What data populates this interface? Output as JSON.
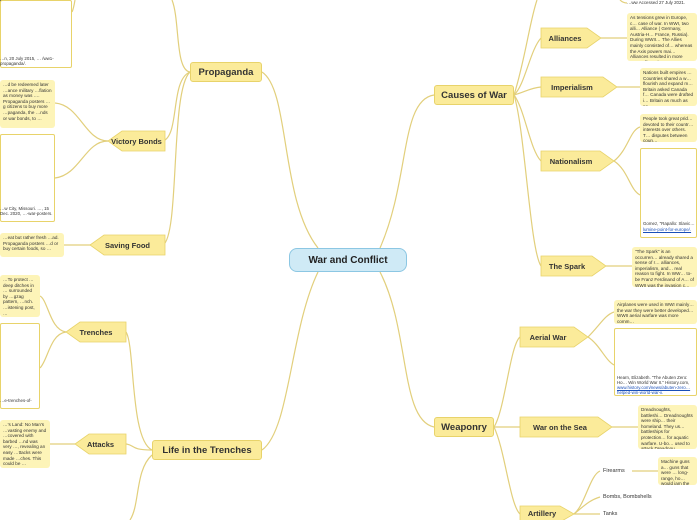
{
  "central": {
    "label": "War and Conflict"
  },
  "topics": {
    "propaganda": "Propaganda",
    "victory_bonds": "Victory Bonds",
    "saving_food": "Saving Food",
    "life_in_trenches": "Life in the Trenches",
    "trenches": "Trenches",
    "attacks": "Attacks",
    "causes_of_war": "Causes of War",
    "alliances": "Alliances",
    "imperialism": "Imperialism",
    "nationalism": "Nationalism",
    "the_spark": "The Spark",
    "weaponry": "Weaponry",
    "aerial_war": "Aerial War",
    "war_on_the_sea": "War on the Sea",
    "artillery": "Artillery",
    "firearms": "Firearms",
    "bombs": "Bombs, Bombshells",
    "tanks": "Tanks"
  },
  "notes": {
    "top_left_caption": "…n, 20 July 2015, … /ww1-propaganda/.",
    "victory_bonds_text": "…d be redeemed later …ance military …flation as money was …. Propaganda posters …g citizens to buy more …paganda, the …nds or war bonds, to …",
    "victory_bonds_caption": "…w City, Missouri. …, 15 Dec. 2020, …-war-posters.",
    "saving_food_text": "…eat but rather fresh …ad. Propaganda posters …d or buy certain foods, so …",
    "trenches_text": "…To protect … deep ditches in … surrounded by …gzag pattern, …nch. …istening post, …",
    "trenches_caption": "…e-trenches-of-",
    "attacks_text": "…'s Land: No Man's …vasting enemy and …covered with barbed …nd was very …, revealing an easy …ttacks were made …ches. This could be …",
    "top_right_caption": "…ww Accessed 27 July 2021.",
    "alliances_text": "As tensions grew in Europe, c… case of war. In WWI, two alli… Alliance ( Germany, Austria-H… France, Russia). During WWII… The Allies mainly consisted of… whereas the Axis powers mai… Alliances resulted in more nat… affected.",
    "imperialism_text": "Nations built empires … Countries shared a w… flourish and expand m… Britain asked Canada f… Canada were drafted i… Britain as much as po…",
    "nationalism_text": "People took great prid… devoted to their countr… interests over others. T… disputes between coun…",
    "nationalism_caption": "Gomez, \"Rapallo: Slavic… Europe,\" Eyes on Europe,…",
    "nationalism_caption_link": "lumine-point-for-europe/.",
    "spark_text": "\"The Spark\" is an occurren… already shared a sense of r… alliances, imperialism, and… real reason to fight. In WW… to-be Franz Ferdinand of A… of WWII was the invasion c…",
    "aerial_text": "Airplanes were used in WWI mainly… the war they were better developed… WWII aerial warfare was more comm…",
    "aerial_caption": "Hearn, Elizabeth. \"The Abuten Zero: Ho… Win World War II.\" History.com, Allamp…",
    "aerial_caption_link": "www.history.com/news/abuten-zero… helped-win-world-war-ii.",
    "sea_text": "Dreadnoughts, battleshi… Dreadnoughts were ship… their homeland. They us… battleships for protection… for aquatic warfare. U-bo… used to attack Dreadnou… armies from obtaining su…",
    "firearms_text": "Machine guns a… guns that were … long-range, ho… would jam the …"
  },
  "colors": {
    "central_fill": "#cfeaf6",
    "topic_fill": "#fbeb9a",
    "note_fill": "#fdf4b8",
    "connector": "#e2cf7c",
    "link": "#1a4fb8"
  }
}
